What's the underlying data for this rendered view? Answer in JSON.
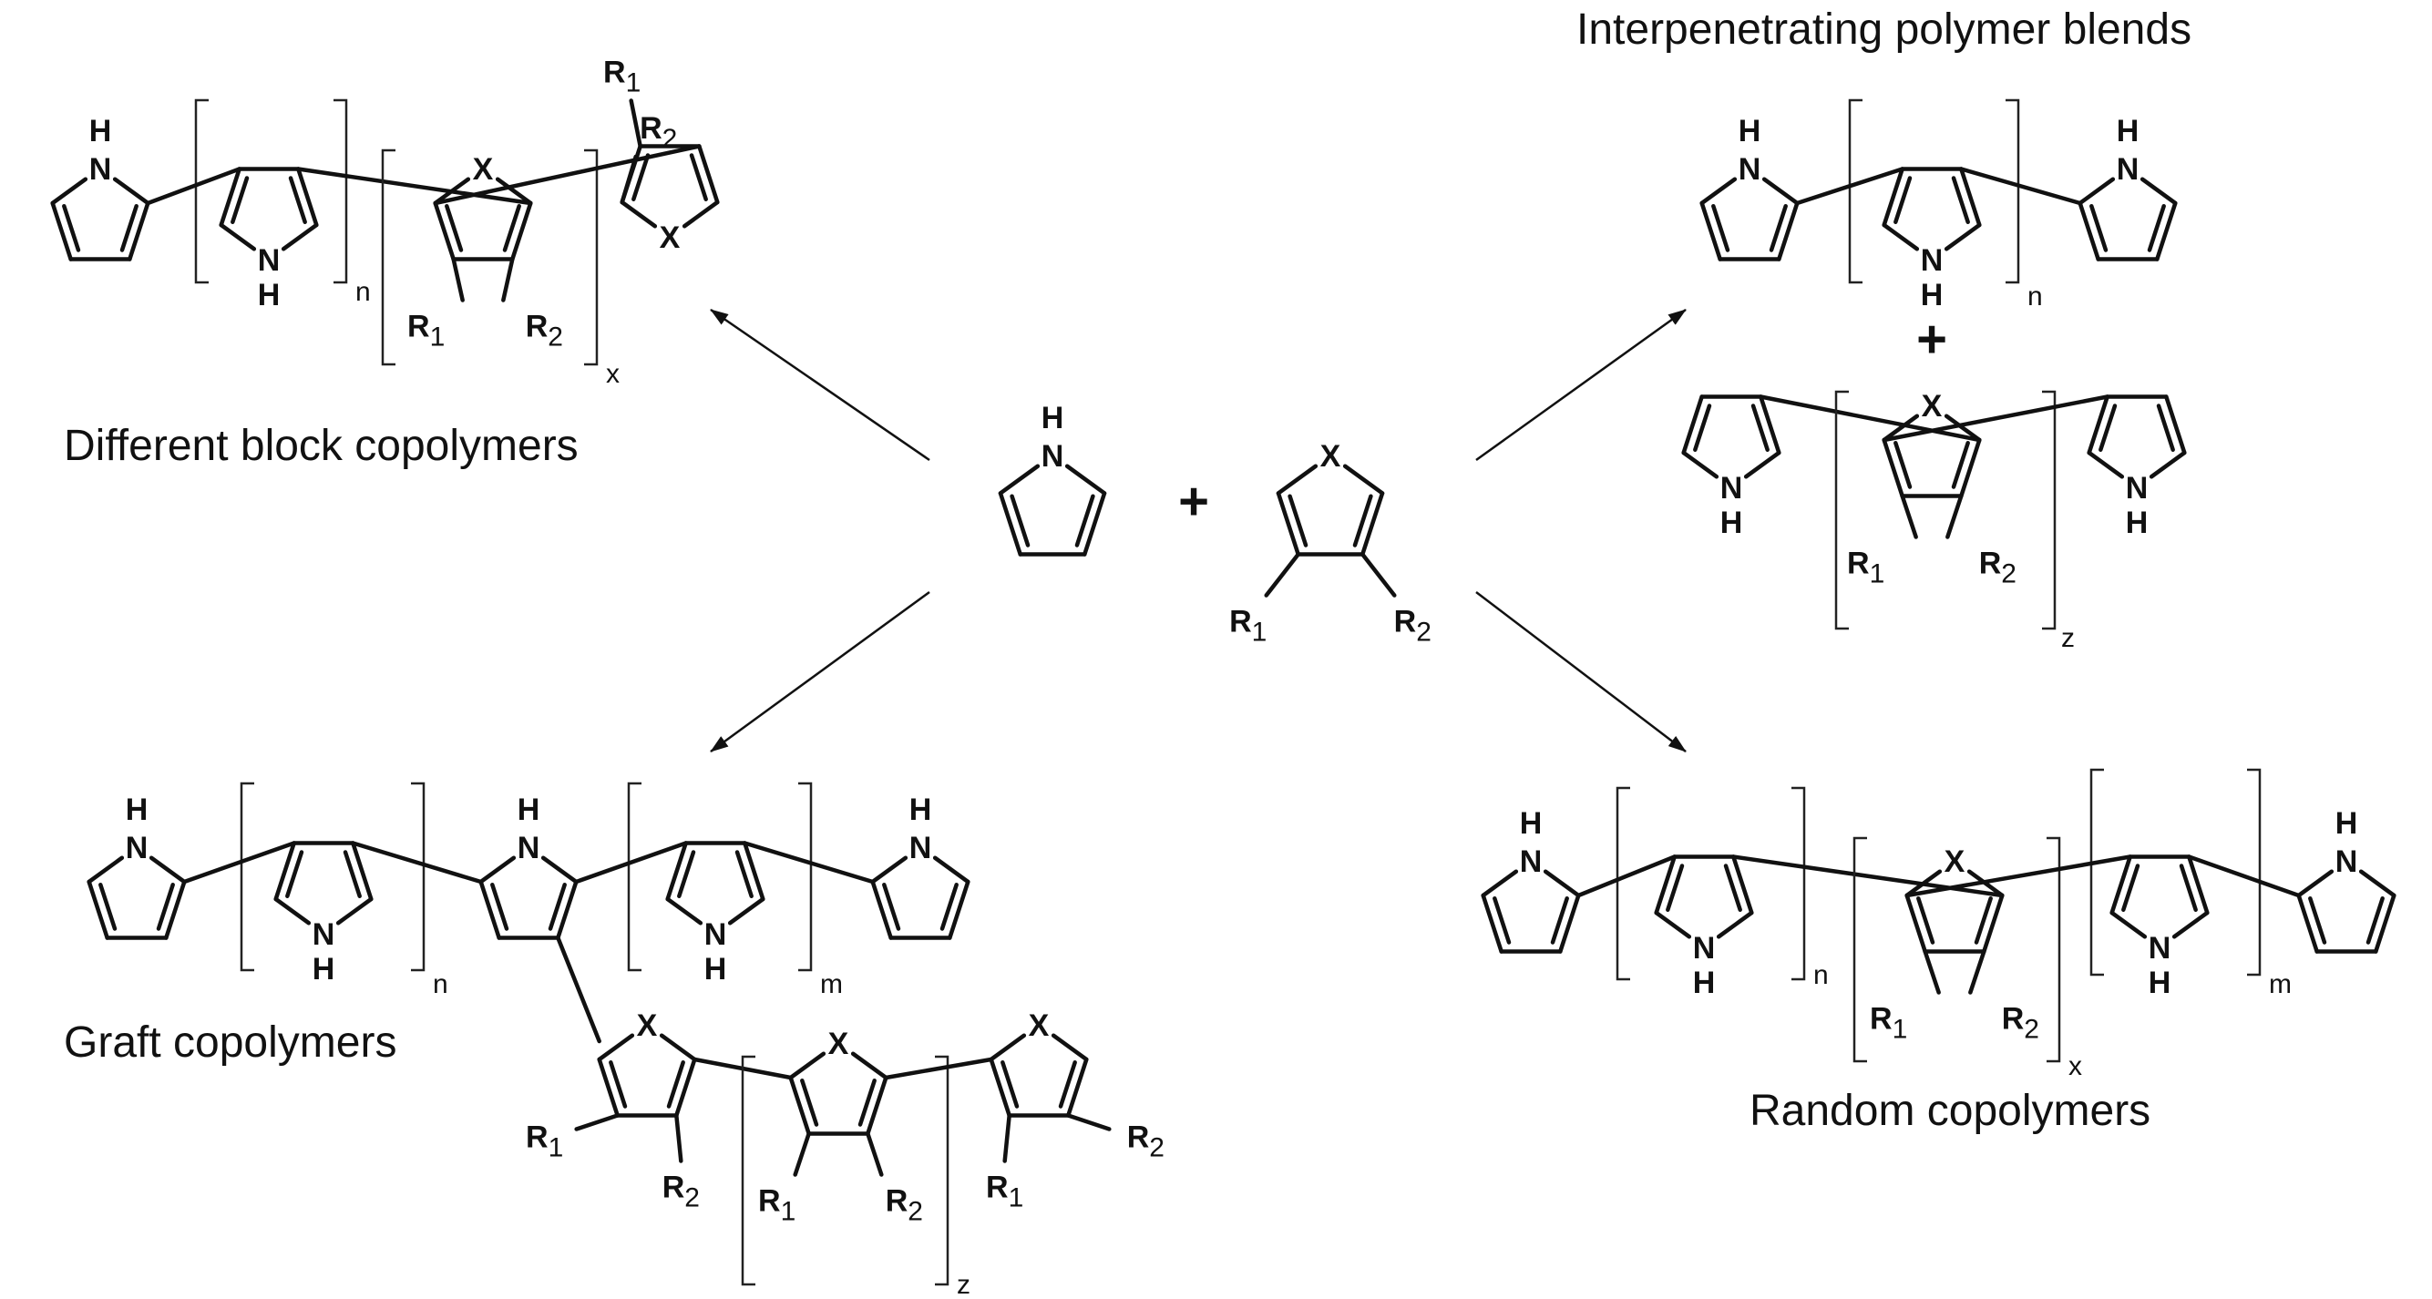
{
  "captions": {
    "block": "Different block copolymers",
    "blend": "Interpenetrating polymer blends",
    "graft": "Graft copolymers",
    "random": "Random copolymers"
  },
  "atoms": {
    "H": "H",
    "N": "N",
    "X": "X",
    "R": "R"
  },
  "subscripts": {
    "r1": "1",
    "r2": "2",
    "n": "n",
    "m": "m",
    "x": "x",
    "z": "z"
  },
  "operators": {
    "plus": "+"
  }
}
